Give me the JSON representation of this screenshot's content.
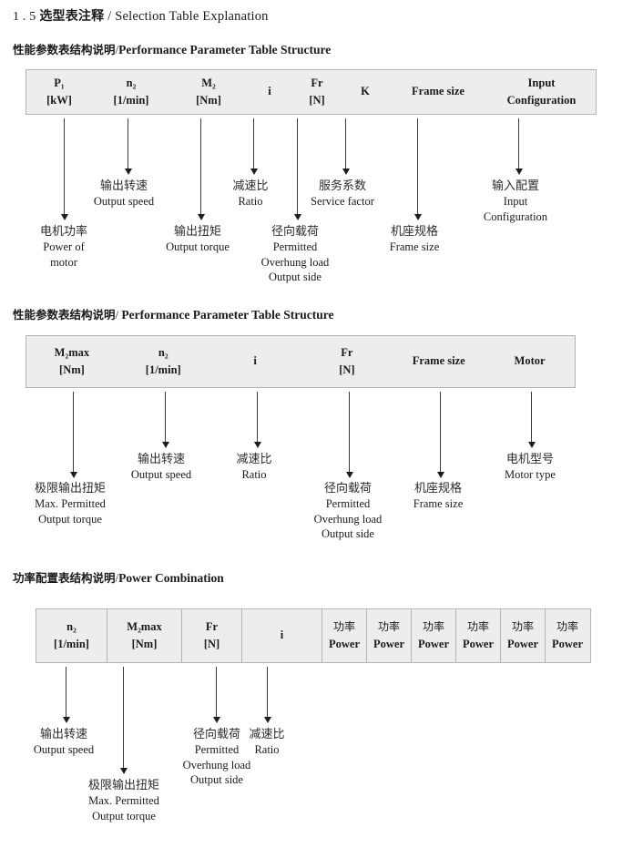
{
  "document": {
    "section_number": "1 . 5",
    "title_cn": "选型表注释",
    "title_sep": "/",
    "title_en": "Selection Table Explanation"
  },
  "sections": [
    {
      "heading_cn": "性能参数表结构说明",
      "heading_sep": "/",
      "heading_en": "Performance Parameter Table Structure",
      "table": {
        "bordered": false,
        "columns": [
          {
            "line1": "P₁",
            "line2": "[kW]"
          },
          {
            "line1": "n₂",
            "line2": "[1/min]"
          },
          {
            "line1": "M₂",
            "line2": "[Nm]"
          },
          {
            "line1": "i",
            "line2": ""
          },
          {
            "line1": "Fr",
            "line2": "[N]"
          },
          {
            "line1": "K",
            "line2": ""
          },
          {
            "line1": "Frame size",
            "line2": ""
          },
          {
            "line1": "Input",
            "line2": "Configuration"
          }
        ]
      },
      "notes": [
        {
          "cn": "电机功率",
          "en": [
            "Power of",
            "motor"
          ]
        },
        {
          "cn": "输出转速",
          "en": [
            "Output speed"
          ]
        },
        {
          "cn": "输出扭矩",
          "en": [
            "Output torque"
          ]
        },
        {
          "cn": "减速比",
          "en": [
            "Ratio"
          ]
        },
        {
          "cn": "径向载荷",
          "en": [
            "Permitted",
            "Overhung load",
            "Output side"
          ]
        },
        {
          "cn": "服务系数",
          "en": [
            "Service factor"
          ]
        },
        {
          "cn": "机座规格",
          "en": [
            "Frame size"
          ]
        },
        {
          "cn": "输入配置",
          "en": [
            "Input",
            "Configuration"
          ]
        }
      ]
    },
    {
      "heading_cn": "性能参数表结构说明",
      "heading_sep": "/",
      "heading_en": "Performance Parameter Table Structure",
      "table": {
        "bordered": false,
        "columns": [
          {
            "line1": "M₂max",
            "line2": "[Nm]"
          },
          {
            "line1": "n₂",
            "line2": "[1/min]"
          },
          {
            "line1": "i",
            "line2": ""
          },
          {
            "line1": "Fr",
            "line2": "[N]"
          },
          {
            "line1": "Frame size",
            "line2": ""
          },
          {
            "line1": "Motor",
            "line2": ""
          }
        ]
      },
      "notes": [
        {
          "cn": "极限输出扭矩",
          "en": [
            "Max. Permitted",
            "Output  torque"
          ]
        },
        {
          "cn": "输出转速",
          "en": [
            "Output speed"
          ]
        },
        {
          "cn": "减速比",
          "en": [
            "Ratio"
          ]
        },
        {
          "cn": "径向载荷",
          "en": [
            "Permitted",
            "Overhung load",
            "Output side"
          ]
        },
        {
          "cn": "机座规格",
          "en": [
            "Frame size"
          ]
        },
        {
          "cn": "电机型号",
          "en": [
            "Motor type"
          ]
        }
      ]
    },
    {
      "heading_cn": "功率配置表结构说明",
      "heading_sep": "/",
      "heading_en": "Power Combination",
      "table": {
        "bordered": true,
        "columns": [
          {
            "line1": "n₂",
            "line2": "[1/min]"
          },
          {
            "line1": "M₂max",
            "line2": "[Nm]"
          },
          {
            "line1": "Fr",
            "line2": "[N]"
          },
          {
            "line1": "i",
            "line2": ""
          },
          {
            "line1": "功率",
            "line2": "Power"
          },
          {
            "line1": "功率",
            "line2": "Power"
          },
          {
            "line1": "功率",
            "line2": "Power"
          },
          {
            "line1": "功率",
            "line2": "Power"
          },
          {
            "line1": "功率",
            "line2": "Power"
          },
          {
            "line1": "功率",
            "line2": "Power"
          }
        ]
      },
      "notes": [
        {
          "cn": "输出转速",
          "en": [
            "Output speed"
          ]
        },
        {
          "cn": "极限输出扭矩",
          "en": [
            "Max. Permitted",
            "Output  torque"
          ]
        },
        {
          "cn": "径向载荷",
          "en": [
            "Permitted",
            "Overhung load",
            "Output side"
          ]
        },
        {
          "cn": "减速比",
          "en": [
            "Ratio"
          ]
        }
      ]
    }
  ],
  "colors": {
    "table_fill": "#ededed",
    "table_border": "#b4b4b4",
    "arrow": "#1d1d1d",
    "text": "#1a1a1a"
  }
}
